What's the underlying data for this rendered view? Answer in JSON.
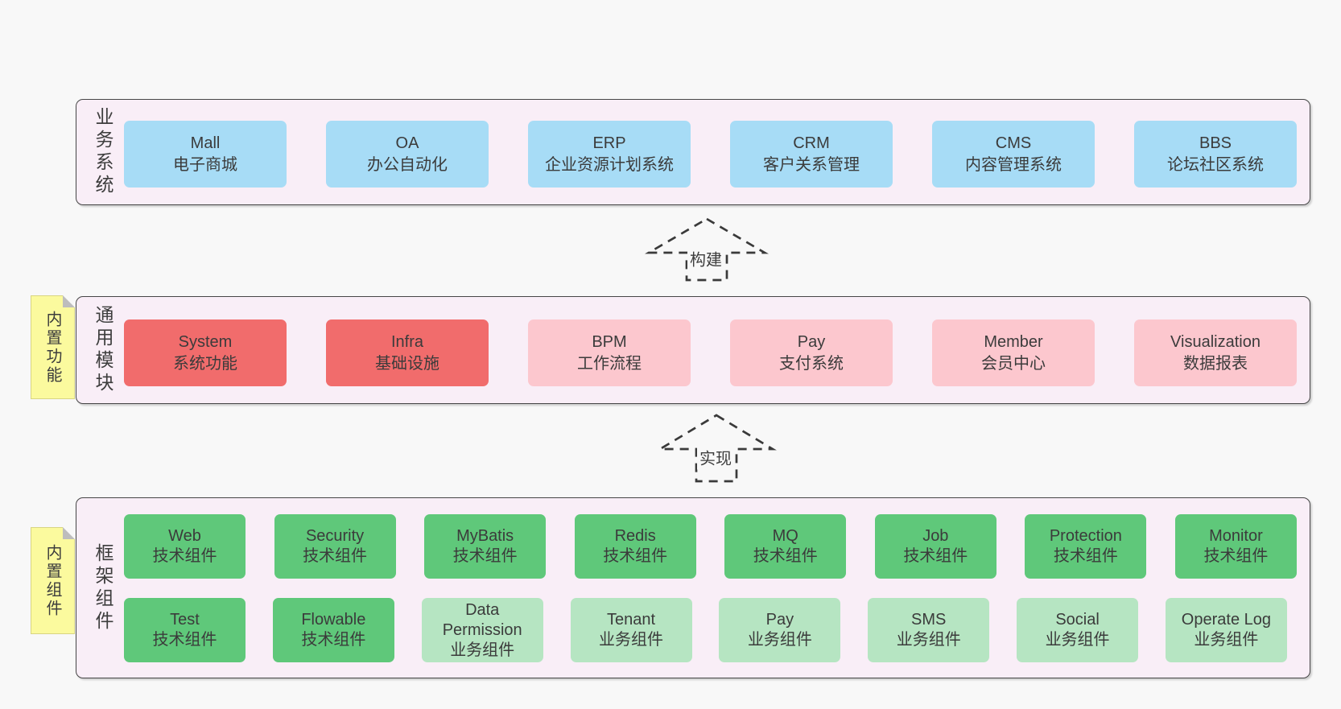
{
  "diagram": {
    "bands": {
      "business": {
        "label": "业务系统",
        "boxes": [
          {
            "name": "Mall",
            "desc": "电子商城"
          },
          {
            "name": "OA",
            "desc": "办公自动化"
          },
          {
            "name": "ERP",
            "desc": "企业资源计划系统"
          },
          {
            "name": "CRM",
            "desc": "客户关系管理"
          },
          {
            "name": "CMS",
            "desc": "内容管理系统"
          },
          {
            "name": "BBS",
            "desc": "论坛社区系统"
          }
        ]
      },
      "modules": {
        "label": "通用模块",
        "note": "内置功能",
        "boxes": [
          {
            "name": "System",
            "desc": "系统功能"
          },
          {
            "name": "Infra",
            "desc": "基础设施"
          },
          {
            "name": "BPM",
            "desc": "工作流程"
          },
          {
            "name": "Pay",
            "desc": "支付系统"
          },
          {
            "name": "Member",
            "desc": "会员中心"
          },
          {
            "name": "Visualization",
            "desc": "数据报表"
          }
        ]
      },
      "components": {
        "label": "框架组件",
        "note": "内置组件",
        "row1": [
          {
            "name": "Web",
            "desc": "技术组件"
          },
          {
            "name": "Security",
            "desc": "技术组件"
          },
          {
            "name": "MyBatis",
            "desc": "技术组件"
          },
          {
            "name": "Redis",
            "desc": "技术组件"
          },
          {
            "name": "MQ",
            "desc": "技术组件"
          },
          {
            "name": "Job",
            "desc": "技术组件"
          },
          {
            "name": "Protection",
            "desc": "技术组件"
          },
          {
            "name": "Monitor",
            "desc": "技术组件"
          }
        ],
        "row2": [
          {
            "name": "Test",
            "desc": "技术组件"
          },
          {
            "name": "Flowable",
            "desc": "技术组件"
          },
          {
            "name": "Data Permission",
            "desc": "业务组件"
          },
          {
            "name": "Tenant",
            "desc": "业务组件"
          },
          {
            "name": "Pay",
            "desc": "业务组件"
          },
          {
            "name": "SMS",
            "desc": "业务组件"
          },
          {
            "name": "Social",
            "desc": "业务组件"
          },
          {
            "name": "Operate Log",
            "desc": "业务组件"
          }
        ]
      }
    },
    "arrows": {
      "build": "构建",
      "implement": "实现"
    },
    "colors": {
      "page_bg": "#f8f8f8",
      "band_bg": "#f9eef7",
      "band_border": "#464646",
      "blue": "#a7dcf6",
      "red": "#f16c6c",
      "pink": "#fcc7ce",
      "green": "#5fc87a",
      "green_light": "#b6e5c2",
      "note_yellow": "#fbfa9e",
      "text": "#3b3b3b"
    }
  }
}
